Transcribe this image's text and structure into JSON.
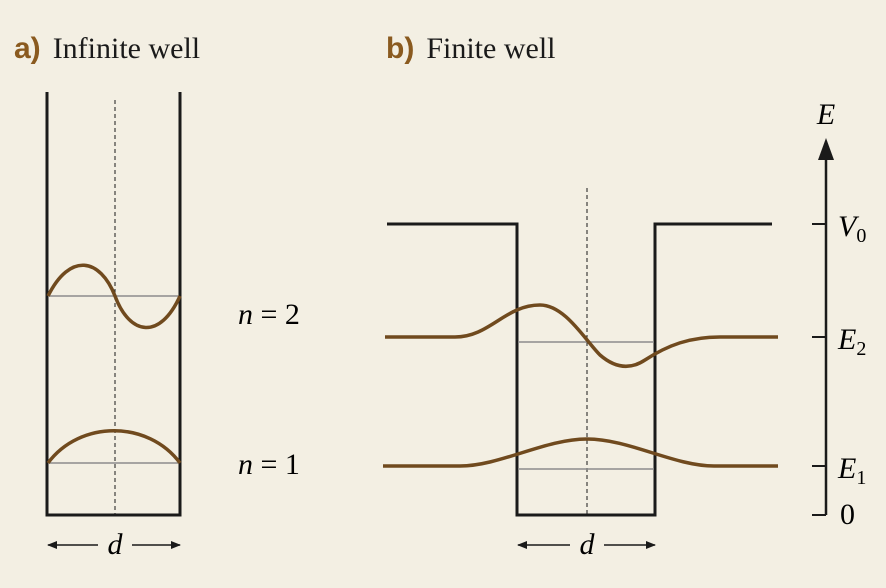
{
  "colors": {
    "background": "#f3efe3",
    "accent": "#8a5a1f",
    "wave": "#704a1e",
    "line": "#1a1a1a",
    "level": "#8c8c8c"
  },
  "panel_a": {
    "letter": "a)",
    "title": "Infinite well"
  },
  "panel_b": {
    "letter": "b)",
    "title": "Finite well"
  },
  "levels": {
    "n2": {
      "var": "n",
      "rest": " = 2"
    },
    "n1": {
      "var": "n",
      "rest": " = 1"
    }
  },
  "dimension": {
    "width_symbol": "d"
  },
  "energy_axis": {
    "axis_label": "E",
    "v0": {
      "main": "V",
      "sub": "0"
    },
    "e2": {
      "main": "E",
      "sub": "2"
    },
    "e1": {
      "main": "E",
      "sub": "1"
    },
    "zero": "0"
  }
}
